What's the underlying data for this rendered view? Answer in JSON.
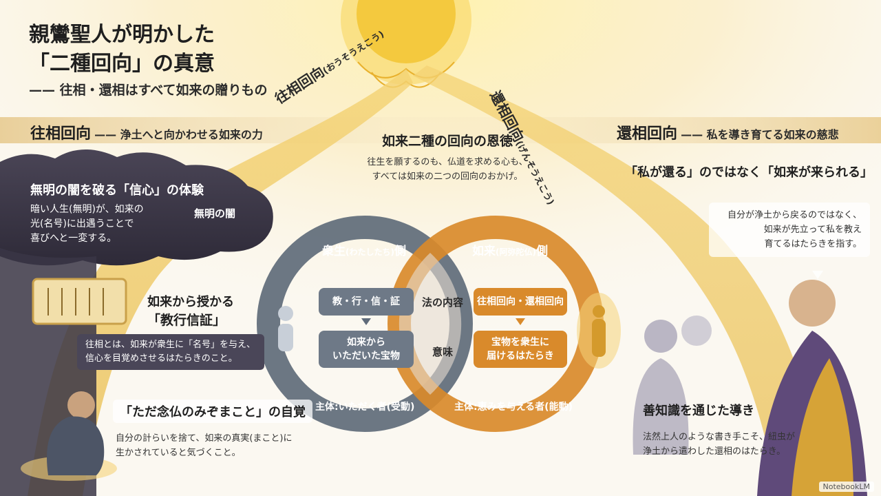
{
  "header": {
    "title_line1": "親鸞聖人が明かした",
    "title_line2": "「二種回向」の真意",
    "subtitle": "—— 往相・還相はすべて如来の贈りもの"
  },
  "left_band": {
    "title": "往相回向",
    "subtitle": "—— 浄土へと向かわせる如来の力"
  },
  "right_band": {
    "title": "還相回向",
    "subtitle": "—— 私を導き育てる如来の慈悲"
  },
  "paths": {
    "outgoing": "往相回向",
    "outgoing_reading": "(おうそうえこう)",
    "returning": "還相回向",
    "returning_reading": "(げんそうえこう)"
  },
  "center": {
    "heading": "如来二種の回向の恩徳",
    "text_line1": "往生を願するのも、仏道を求める心も、",
    "text_line2": "すべては如来の二つの回向のおかげ。"
  },
  "shinjin": {
    "heading": "無明の闇を破る「信心」の体験",
    "text_line1": "暗い人生(無明)が、如来の",
    "text_line2": "光(名号)に出遇うことで",
    "text_line3": "喜びへと一変する。",
    "cloud_label": "無明の闇"
  },
  "kyogyo": {
    "heading_line1": "如来から授かる",
    "heading_line2": "「教行信証」",
    "text_line1": "往相とは、如来が衆生に「名号」を与え、",
    "text_line2": "信心を目覚めさせるはたらきのこと。"
  },
  "nembutsu": {
    "heading": "「ただ念仏のみぞまこと」の自覚",
    "text_line1": "自分の計らいを捨て、如来の真実(まこと)に",
    "text_line2": "生かされていると気づくこと。"
  },
  "right_quote": {
    "heading": "「私が還る」のではなく「如来が来られる」",
    "text_line1": "自分が浄土から戻るのではなく、",
    "text_line2": "如来が先立って私を教え",
    "text_line3": "育てるはたらきを指す。"
  },
  "zenchishiki": {
    "heading": "善知識を通じた導き",
    "text_line1": "法然上人のような書き手こそ、紐虫が",
    "text_line2": "浄土から遣わした還相のはたらき。"
  },
  "venn": {
    "left_label": "衆生",
    "left_label_small": "(わたしたち)",
    "left_label_suffix": "側",
    "right_label": "如来",
    "right_label_small": "(阿弥陀仏)",
    "right_label_suffix": "側",
    "left_box1": "教・行・信・証",
    "left_box2_line1": "如来から",
    "left_box2_line2": "いただいた宝物",
    "right_box1": "往相回向・還相回向",
    "right_box2_line1": "宝物を衆生に",
    "right_box2_line2": "届けるはたらき",
    "middle_top": "法の内容",
    "middle_bottom": "意味",
    "left_footer": "主体:いただく者(受動)",
    "right_footer": "主体:恵みを与える者(能動)"
  },
  "watermark": "NotebookLM",
  "colors": {
    "gold": "#f2c84b",
    "orange": "#d98a2b",
    "slate": "#5f6b7a",
    "dark_cloud": "#3e3a4a"
  }
}
